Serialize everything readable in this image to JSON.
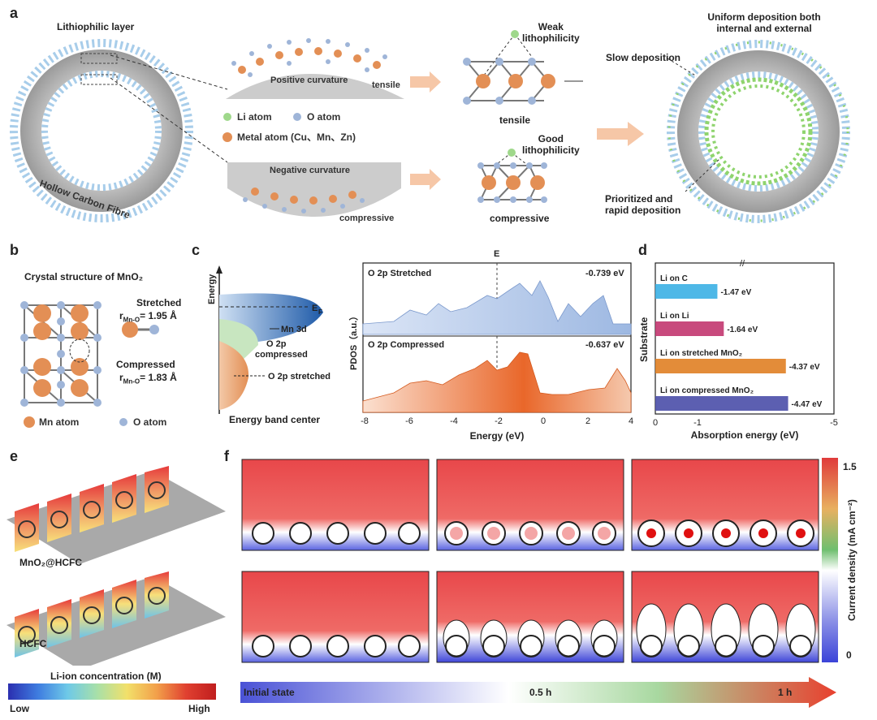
{
  "panel_labels": {
    "a": "a",
    "b": "b",
    "c": "c",
    "d": "d",
    "e": "e",
    "f": "f"
  },
  "panel_a": {
    "lithiophilic_layer": "Lithiophilic layer",
    "hollow_carbon_fibre": "Hollow Carbon Fibre",
    "positive_curvature": "Positive curvature",
    "negative_curvature": "Negative curvature",
    "tensile": "tensile",
    "compressive": "compressive",
    "legend_li": "Li atom",
    "legend_o": "O atom",
    "legend_metal": "Metal atom (Cu、Mn、Zn)",
    "weak_1": "Weak",
    "weak_2": "lithophilicity",
    "good_1": "Good",
    "good_2": "lithophilicity",
    "tensile_struct": "tensile",
    "compressive_struct": "compressive",
    "uniform_1": "Uniform deposition both",
    "uniform_2": "internal and external",
    "slow": "Slow deposition",
    "prior_1": "Prioritized and",
    "prior_2": "rapid deposition"
  },
  "panel_b": {
    "title": "Crystal structure of MnO₂",
    "stretched": "Stretched",
    "r_stretched": "r",
    "r_sub": "Mn-O",
    "r_stretched_val": "= 1.95 Å",
    "compressed": "Compressed",
    "r_compressed_val": "= 1.83 Å",
    "mn_atom": "Mn atom",
    "o_atom": "O atom"
  },
  "panel_c": {
    "energy": "Energy",
    "ef": "E",
    "ef_sub": "F",
    "mn3d": "Mn 3d",
    "o2p_comp_1": "O 2p",
    "o2p_comp_2": "compressed",
    "o2p_stretched": "O 2p stretched",
    "band_center": "Energy band center",
    "pdos_ylabel": "PDOS（a.u.）",
    "stretched_label": "O 2p  Stretched",
    "stretched_val": "-0.739 eV",
    "compressed_label": "O 2p  Compressed",
    "compressed_val": "-0.637 eV",
    "xlabel": "Energy (eV)",
    "ef_top": "E",
    "xticks": [
      "-8",
      "-6",
      "-4",
      "-2",
      "0",
      "2",
      "4"
    ]
  },
  "chart_data": {
    "type": "bar",
    "orientation": "horizontal",
    "ylabel": "Substrate",
    "xlabel": "Absorption energy (eV)",
    "xticks": [
      "0",
      "-1",
      "-5"
    ],
    "axis_break": true,
    "categories": [
      "Li on C",
      "Li on Li",
      "Li on stretched MnO₂",
      "Li on compressed MnO₂"
    ],
    "values": [
      -1.47,
      -1.64,
      -4.37,
      -4.47
    ],
    "value_labels": [
      "-1.47 eV",
      "-1.64 eV",
      "-4.37 eV",
      "-4.47 eV"
    ],
    "colors": [
      "#3bb0e4",
      "#c2366f",
      "#e07f24",
      "#4a4ea8"
    ]
  },
  "panel_e": {
    "top_label": "MnO₂@HCFC",
    "bottom_label": "HCFC",
    "colorbar_title": "Li-ion concentration (M)",
    "low": "Low",
    "high": "High"
  },
  "panel_f": {
    "colorbar_max": "1.5",
    "colorbar_min": "0",
    "colorbar_label": "Current density (mA cm⁻²)",
    "time_initial": "Initial state",
    "time_mid": "0.5 h",
    "time_end": "1 h"
  }
}
